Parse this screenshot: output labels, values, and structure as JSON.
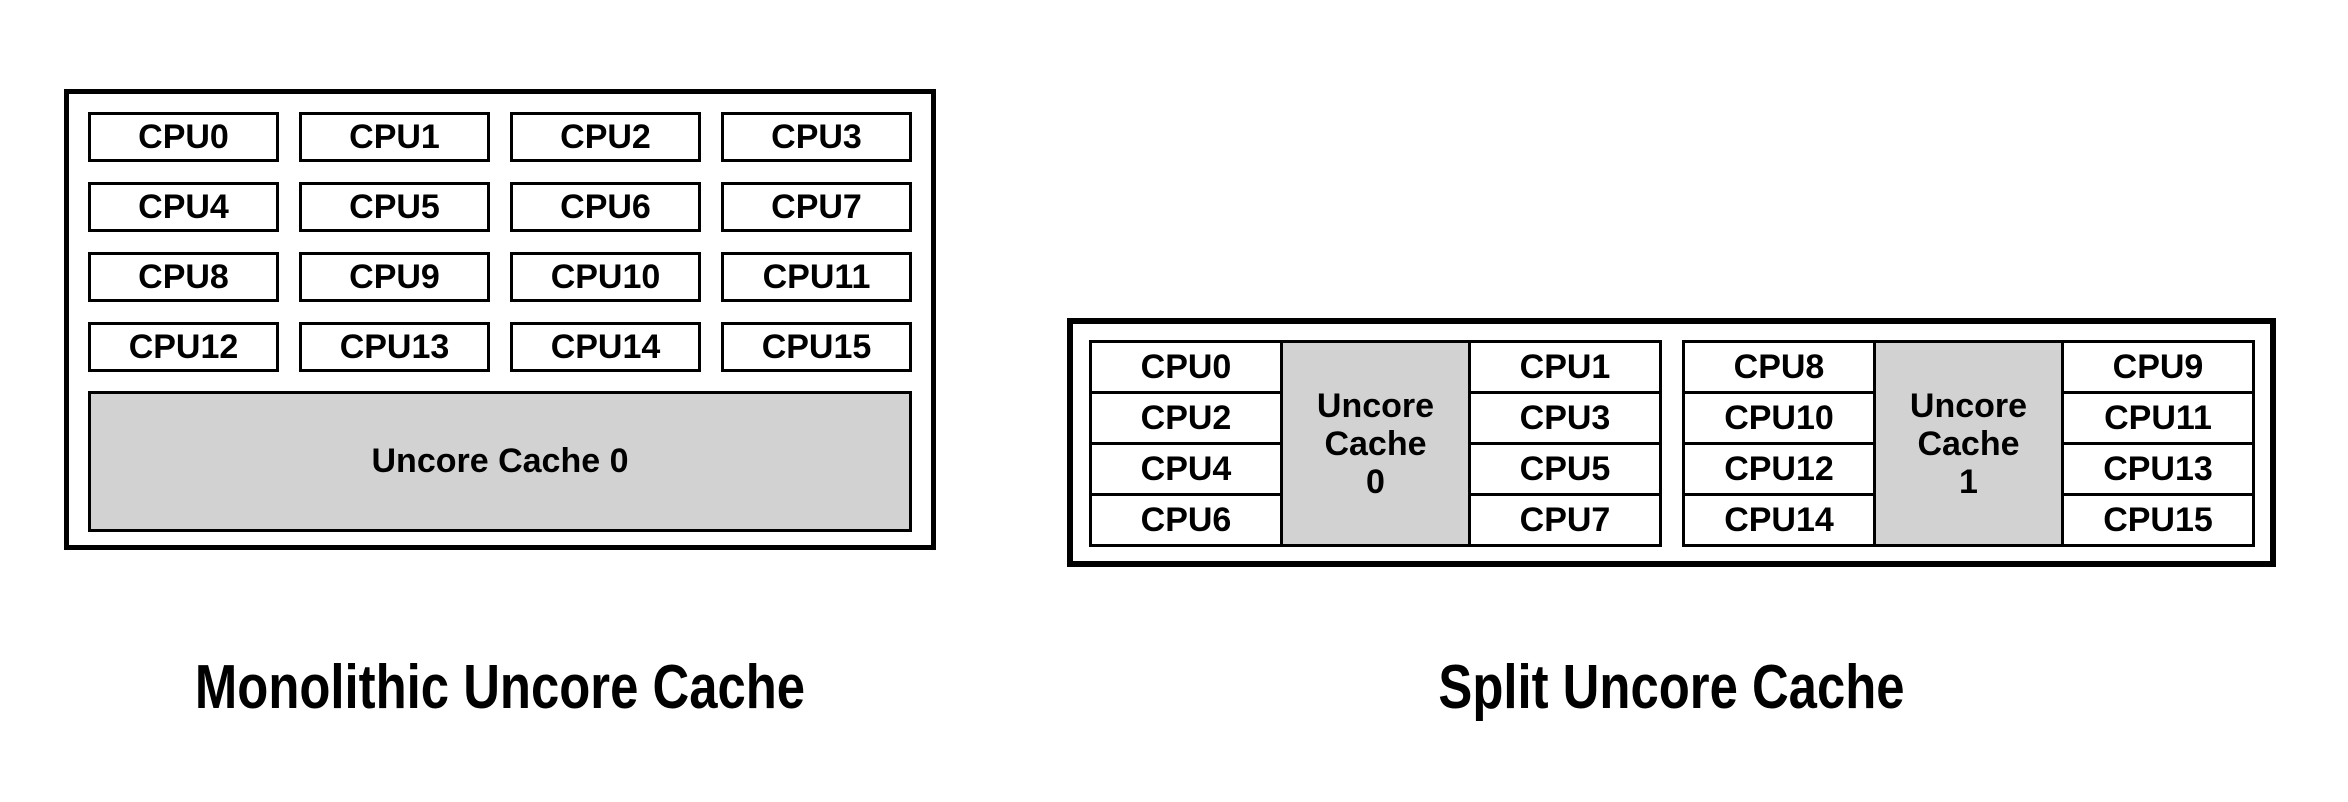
{
  "colors": {
    "background": "#ffffff",
    "border": "#000000",
    "cache_fill": "#d2d2d2",
    "text": "#000000"
  },
  "monolithic": {
    "caption": "Monolithic Uncore Cache",
    "cpus": [
      "CPU0",
      "CPU1",
      "CPU2",
      "CPU3",
      "CPU4",
      "CPU5",
      "CPU6",
      "CPU7",
      "CPU8",
      "CPU9",
      "CPU10",
      "CPU11",
      "CPU12",
      "CPU13",
      "CPU14",
      "CPU15"
    ],
    "cache_label": "Uncore Cache 0"
  },
  "split": {
    "caption": "Split Uncore Cache",
    "clusters": [
      {
        "left_cpus": [
          "CPU0",
          "CPU2",
          "CPU4",
          "CPU6"
        ],
        "cache_lines": [
          "Uncore",
          "Cache",
          "0"
        ],
        "right_cpus": [
          "CPU1",
          "CPU3",
          "CPU5",
          "CPU7"
        ]
      },
      {
        "left_cpus": [
          "CPU8",
          "CPU10",
          "CPU12",
          "CPU14"
        ],
        "cache_lines": [
          "Uncore",
          "Cache",
          "1"
        ],
        "right_cpus": [
          "CPU9",
          "CPU11",
          "CPU13",
          "CPU15"
        ]
      }
    ]
  }
}
